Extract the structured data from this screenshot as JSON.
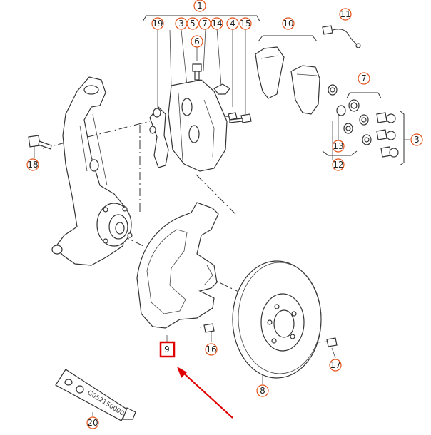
{
  "callouts": {
    "c1": "1",
    "c19": "19",
    "c3a": "3",
    "c5": "5",
    "c7a": "7",
    "c14": "14",
    "c4": "4",
    "c15": "15",
    "c6": "6",
    "c10": "10",
    "c11": "11",
    "c7b": "7",
    "c3b": "3",
    "c18": "18",
    "c13": "13",
    "c12": "12",
    "c9": "9",
    "c16": "16",
    "c17": "17",
    "c8": "8",
    "c20": "20"
  },
  "tube_label": "G052150000",
  "highlight_color": "#e00000",
  "callout_color": "#e2531a"
}
